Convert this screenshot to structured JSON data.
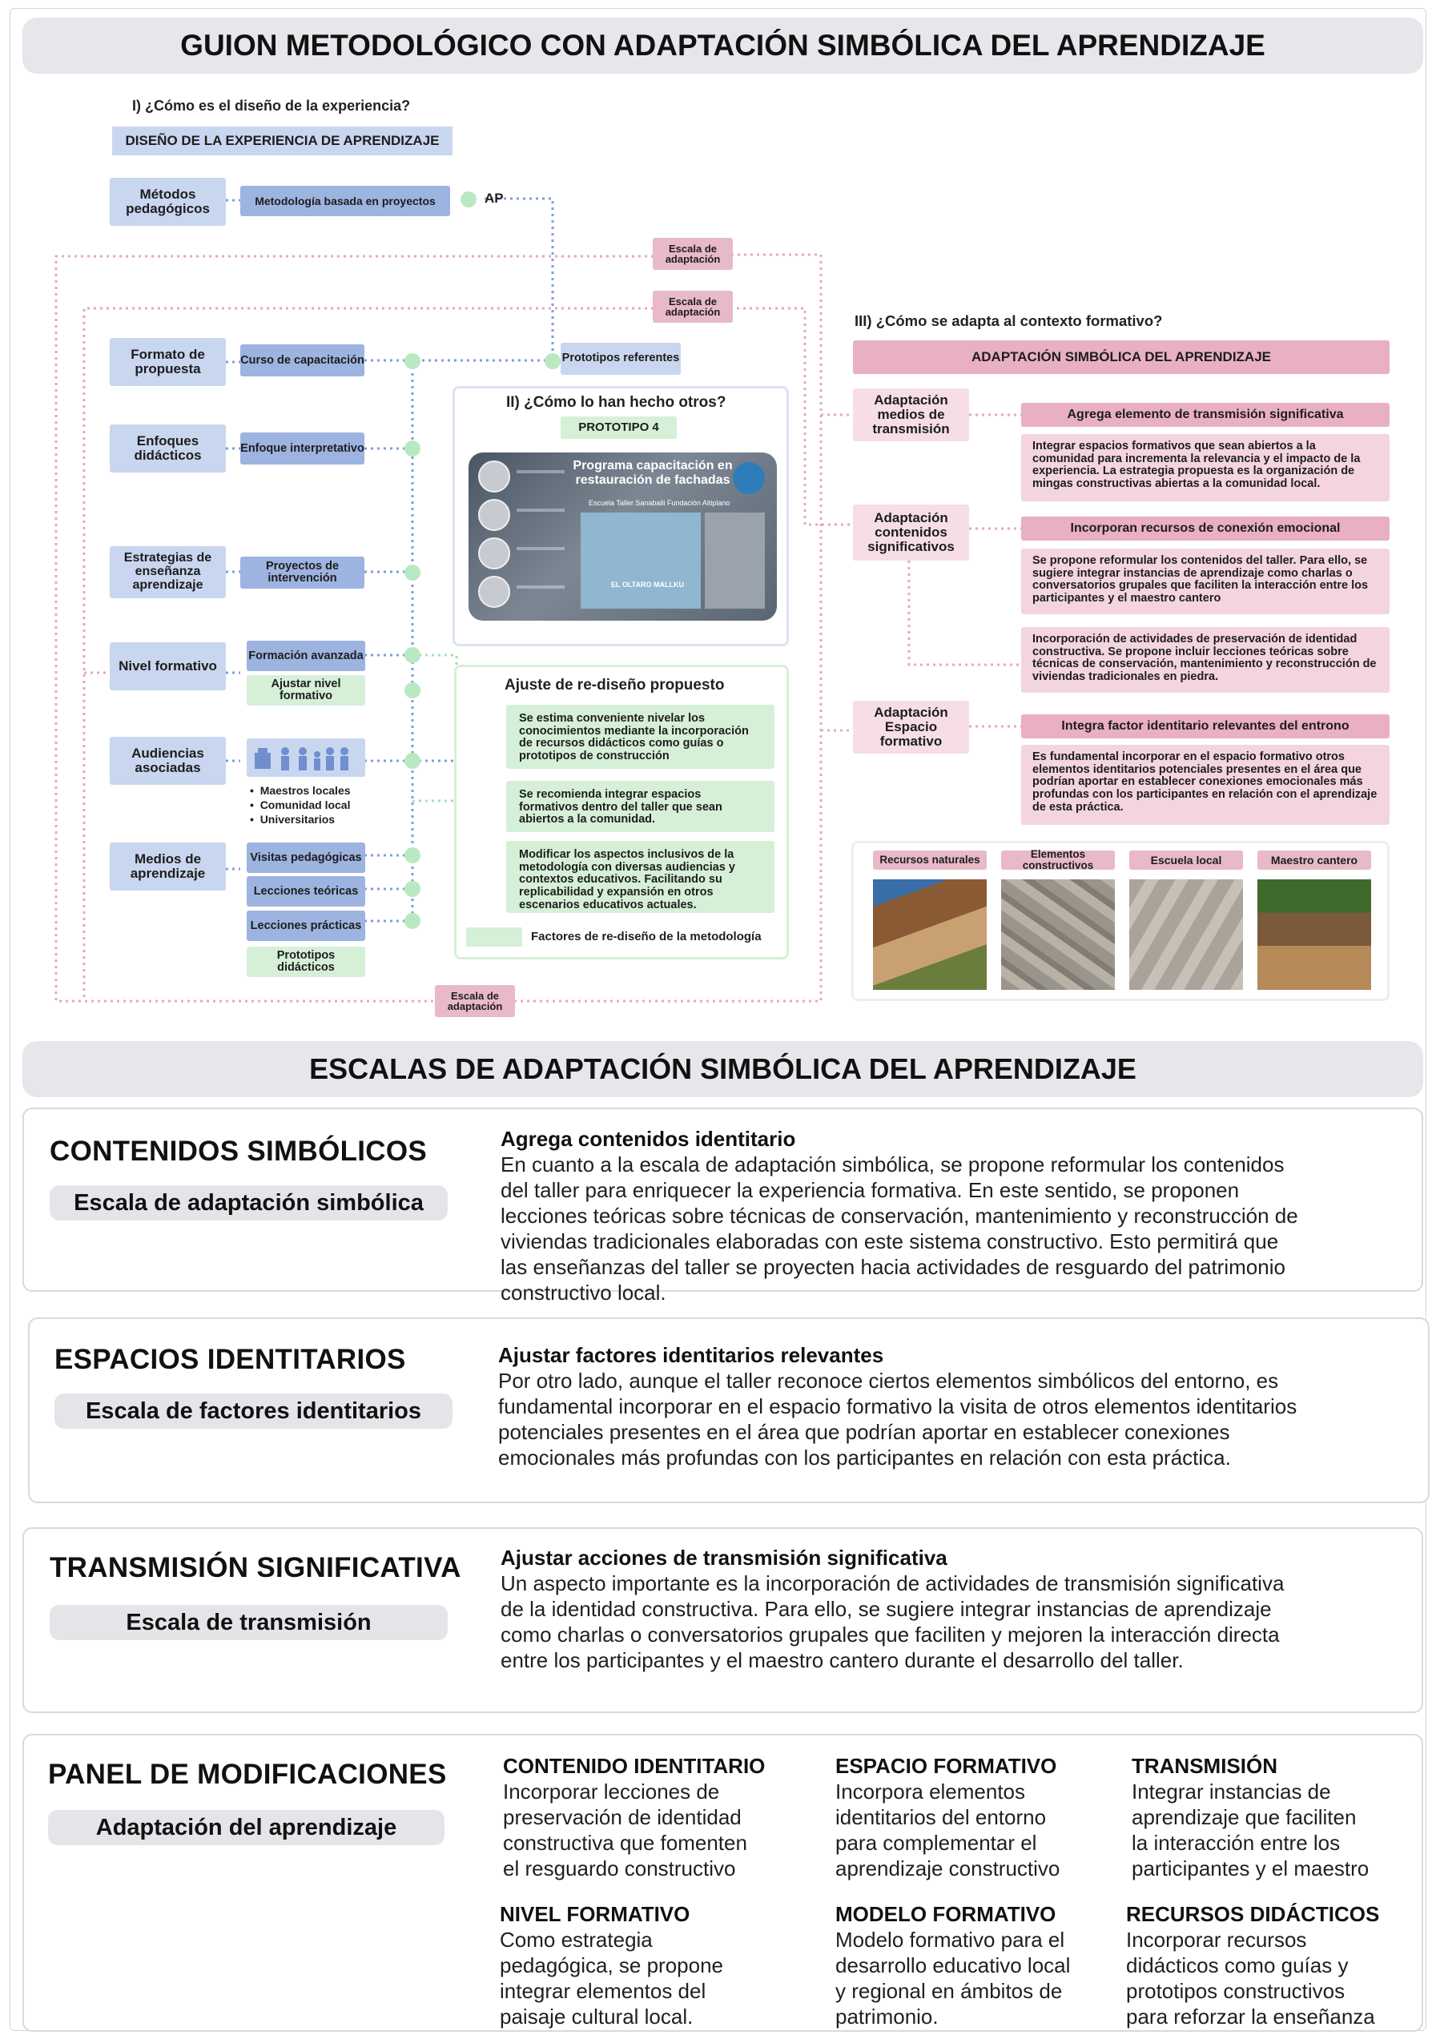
{
  "title": "GUION METODOLÓGICO CON ADAPTACIÓN SIMBÓLICA DEL APRENDIZAJE",
  "section1": {
    "question": "I) ¿Cómo es el diseño de la experiencia?",
    "header": "DISEÑO DE LA EXPERIENCIA DE APRENDIZAJE",
    "rows": [
      {
        "label": "Métodos pedagógicos"
      },
      {
        "label": "Formato de propuesta"
      },
      {
        "label": "Enfoques didácticos"
      },
      {
        "label": "Estrategias de enseñanza aprendizaje"
      },
      {
        "label": "Nivel formativo"
      },
      {
        "label": "Audiencias asociadas"
      },
      {
        "label": "Medios de aprendizaje"
      }
    ],
    "items": {
      "metodologia": "Metodología basada en proyectos",
      "ap": "AP",
      "curso": "Curso de capacitación",
      "prototipos_ref": "Prototipos referentes",
      "enfoque": "Enfoque interpretativo",
      "proyectos": "Proyectos de intervención",
      "formacion": "Formación avanzada",
      "ajustar_nivel": "Ajustar nivel formativo",
      "audiencias_list": [
        "Maestros locales",
        "Comunidad local",
        "Universitarios"
      ],
      "visitas": "Visitas pedagógicas",
      "lecciones_teoricas": "Lecciones teóricas",
      "lecciones_practicas": "Lecciones prácticas",
      "prototipos_didacticos": "Prototipos didácticos"
    },
    "escala_labels": [
      "Escala de adaptación",
      "Escala de adaptación",
      "Escala de adaptación"
    ]
  },
  "section2": {
    "question": "II) ¿Cómo lo han hecho otros?",
    "prototype": "PROTOTIPO 4",
    "image_title": "Programa capacitación en restauración de fachadas",
    "image_subtitle": "Escuela Taller Sanaballi Fundación Altiplano",
    "image_caption": "EL OLTARO MALLKU",
    "redesign_title": "Ajuste de re-diseño propuesto",
    "redesign_items": [
      "Se estima conveniente nivelar los conocimientos mediante la incorporación de recursos didácticos como guías o prototipos de construcción",
      "Se recomienda integrar espacios formativos dentro del taller que sean abiertos a la comunidad.",
      "Modificar los aspectos inclusivos de la metodología con diversas audiencias y contextos educativos. Facilitando su replicabilidad y expansión en otros escenarios educativos actuales."
    ],
    "legend": "Factores de re-diseño de la metodología"
  },
  "section3": {
    "question": "III) ¿Cómo se adapta al contexto formativo?",
    "header": "ADAPTACIÓN SIMBÓLICA DEL APRENDIZAJE",
    "blocks": [
      {
        "label": "Adaptación medios de transmisión",
        "title": "Agrega elemento de transmisión significativa",
        "text": "Integrar espacios formativos que sean abiertos a la comunidad para incrementa la relevancia y el impacto de la experiencia. La estrategia propuesta es la organización de mingas constructivas abiertas a la comunidad local."
      },
      {
        "label": "Adaptación contenidos significativos",
        "title": "Incorporan recursos de conexión emocional",
        "text": "Se propone reformular los contenidos del taller. Para ello, se sugiere integrar instancias de aprendizaje como charlas o conversatorios grupales que faciliten la interacción entre los participantes y el maestro cantero",
        "text2": "Incorporación de actividades de preservación de identidad constructiva. Se propone incluir lecciones teóricas sobre técnicas de conservación, mantenimiento y reconstrucción de viviendas tradicionales en piedra."
      },
      {
        "label": "Adaptación Espacio formativo",
        "title": "Integra factor identitario relevantes del entrono",
        "text": "Es fundamental incorporar en el espacio formativo otros elementos identitarios potenciales presentes en el área que podrían aportar en establecer conexiones emocionales más profundas con los participantes en relación con el aprendizaje de esta práctica."
      }
    ],
    "photos": [
      "Recursos naturales",
      "Elementos constructivos",
      "Escuela local",
      "Maestro cantero"
    ]
  },
  "scales_title": "ESCALAS DE ADAPTACIÓN SIMBÓLICA DEL APRENDIZAJE",
  "scales": [
    {
      "title": "CONTENIDOS SIMBÓLICOS",
      "pill": "Escala de adaptación simbólica",
      "head": "Agrega contenidos identitario",
      "lines": [
        "En cuanto a la escala de adaptación simbólica, se propone reformular los contenidos",
        "del taller para enriquecer la experiencia formativa. En este sentido, se proponen",
        "lecciones teóricas sobre técnicas de conservación, mantenimiento y reconstrucción de",
        "viviendas tradicionales elaboradas con este sistema constructivo. Esto permitirá que",
        "las enseñanzas del taller se proyecten hacia actividades de resguardo del patrimonio",
        "constructivo local."
      ]
    },
    {
      "title": "ESPACIOS IDENTITARIOS",
      "pill": "Escala de factores identitarios",
      "head": "Ajustar factores identitarios relevantes",
      "lines": [
        "Por otro lado, aunque el taller reconoce ciertos elementos simbólicos del entorno, es",
        "fundamental incorporar en el espacio formativo la visita de otros elementos identitarios",
        "potenciales presentes en el área que podrían aportar en establecer conexiones",
        "emocionales más profundas con los participantes en relación con esta práctica."
      ]
    },
    {
      "title": "TRANSMISIÓN SIGNIFICATIVA",
      "pill": "Escala de transmisión",
      "head": "Ajustar acciones de transmisión significativa",
      "lines": [
        "Un aspecto importante es la incorporación de actividades de transmisión significativa",
        "de la identidad constructiva. Para ello, se sugiere integrar instancias de aprendizaje",
        "como charlas o conversatorios grupales que faciliten y mejoren la interacción directa",
        "entre los participantes y el maestro cantero durante el desarrollo del taller."
      ]
    }
  ],
  "panel": {
    "title": "PANEL DE MODIFICACIONES",
    "pill": "Adaptación del aprendizaje",
    "cols": [
      {
        "head": "CONTENIDO IDENTITARIO",
        "lines": [
          "Incorporar lecciones de",
          "preservación de identidad",
          "constructiva que fomenten",
          "el resguardo constructivo"
        ]
      },
      {
        "head": "ESPACIO FORMATIVO",
        "lines": [
          "Incorpora elementos",
          "identitarios del entorno",
          "para complementar el",
          "aprendizaje constructivo"
        ]
      },
      {
        "head": "TRANSMISIÓN",
        "lines": [
          "Integrar instancias de",
          "aprendizaje que faciliten",
          "la interacción entre los",
          "participantes y el maestro"
        ]
      },
      {
        "head": "NIVEL FORMATIVO",
        "lines": [
          "Como estrategia",
          "pedagógica, se propone",
          "integrar elementos del",
          "paisaje cultural local."
        ]
      },
      {
        "head": "MODELO FORMATIVO",
        "lines": [
          "Modelo formativo para el",
          "desarrollo educativo local",
          "y regional en ámbitos de",
          "patrimonio."
        ]
      },
      {
        "head": "RECURSOS DIDÁCTICOS",
        "lines": [
          "Incorporar recursos",
          "didácticos como guías y",
          "prototipos constructivos",
          "para reforzar la enseñanza"
        ]
      }
    ]
  },
  "colors": {
    "blue": "#c9d6ef",
    "blue_dark": "#9db3e0",
    "green": "#d5f0d7",
    "pink": "#e8b9c6",
    "pink_light": "#f6dee4",
    "banner": "#e6e7ea"
  }
}
